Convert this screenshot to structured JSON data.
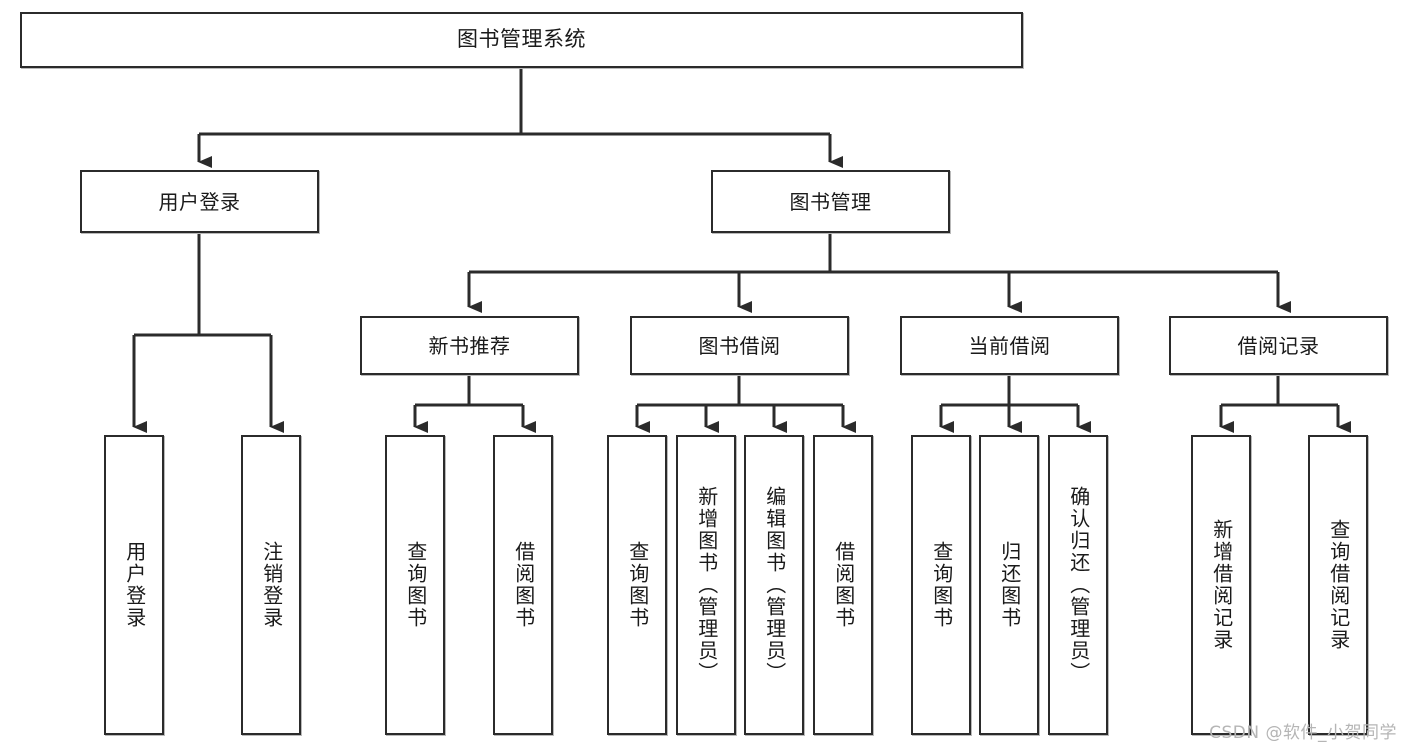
{
  "diagram": {
    "type": "tree",
    "title": "图书管理系统",
    "colors": {
      "box_border": "#2b2b2b",
      "box_fill": "#ffffff",
      "connector": "#2b2b2b",
      "text": "#1a1a1a",
      "watermark": "#b5b5b5"
    },
    "root": {
      "label": "图书管理系统"
    },
    "level2": [
      {
        "id": "user-login",
        "label": "用户登录"
      },
      {
        "id": "book-manage",
        "label": "图书管理"
      }
    ],
    "level3": [
      {
        "id": "new-book-recommend",
        "label": "新书推荐",
        "parent": "book-manage"
      },
      {
        "id": "book-borrow",
        "label": "图书借阅",
        "parent": "book-manage"
      },
      {
        "id": "current-borrow",
        "label": "当前借阅",
        "parent": "book-manage"
      },
      {
        "id": "borrow-record",
        "label": "借阅记录",
        "parent": "book-manage"
      }
    ],
    "leaves": [
      {
        "id": "leaf-user-login",
        "label": "用户登录",
        "parent": "user-login"
      },
      {
        "id": "leaf-logout-login",
        "label": "注销登录",
        "parent": "user-login"
      },
      {
        "id": "leaf-query-book-1",
        "label": "查询图书",
        "parent": "new-book-recommend"
      },
      {
        "id": "leaf-borrow-book-1",
        "label": "借阅图书",
        "parent": "new-book-recommend"
      },
      {
        "id": "leaf-query-book-2",
        "label": "查询图书",
        "parent": "book-borrow"
      },
      {
        "id": "leaf-add-book",
        "label": "新增图书（管理员）",
        "parent": "book-borrow"
      },
      {
        "id": "leaf-edit-book",
        "label": "编辑图书（管理员）",
        "parent": "book-borrow"
      },
      {
        "id": "leaf-borrow-book-2",
        "label": "借阅图书",
        "parent": "book-borrow"
      },
      {
        "id": "leaf-query-book-3",
        "label": "查询图书",
        "parent": "current-borrow"
      },
      {
        "id": "leaf-return-book",
        "label": "归还图书",
        "parent": "current-borrow"
      },
      {
        "id": "leaf-confirm-return",
        "label": "确认归还（管理员）",
        "parent": "current-borrow"
      },
      {
        "id": "leaf-add-record",
        "label": "新增借阅记录",
        "parent": "borrow-record"
      },
      {
        "id": "leaf-query-record",
        "label": "查询借阅记录",
        "parent": "borrow-record"
      }
    ],
    "watermark": "CSDN @软件_小贺同学"
  }
}
